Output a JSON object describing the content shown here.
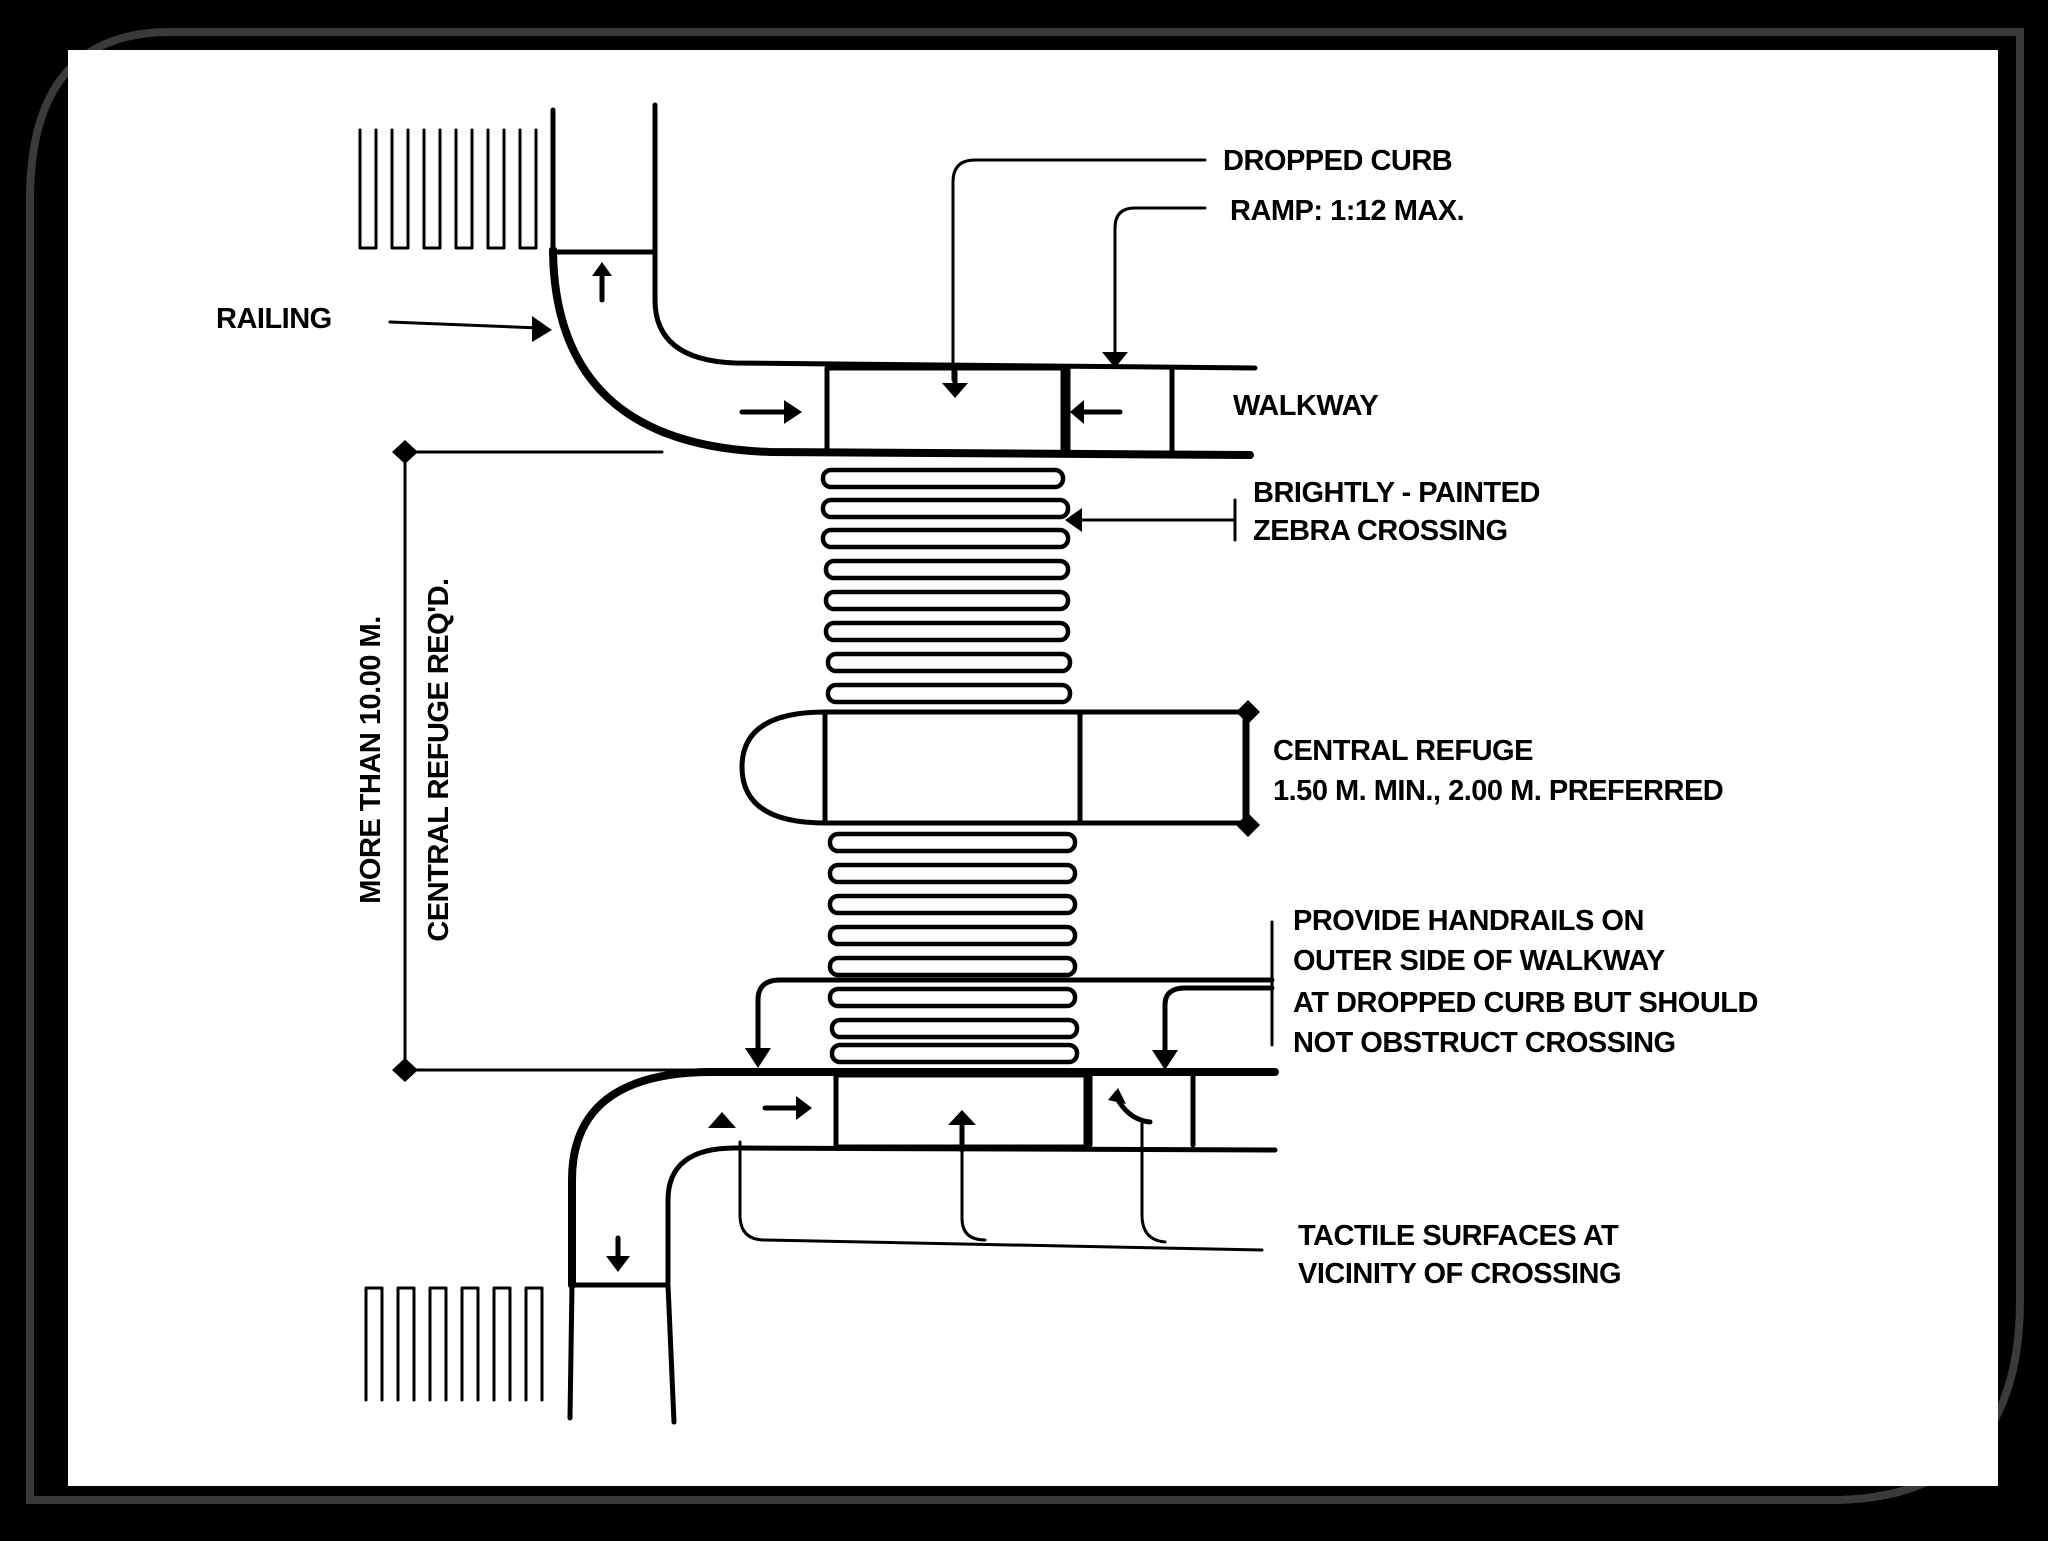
{
  "colors": {
    "background": "#000000",
    "frame": "#3a3a3a",
    "paper": "#ffffff",
    "ink": "#000000"
  },
  "labels": {
    "dropped_curb": "DROPPED CURB",
    "ramp": "RAMP: 1:12 MAX.",
    "railing": "RAILING",
    "walkway": "WALKWAY",
    "zebra_line1": "BRIGHTLY - PAINTED",
    "zebra_line2": "ZEBRA CROSSING",
    "refuge_line1": "CENTRAL REFUGE",
    "refuge_line2": "1.50 M. MIN., 2.00 M. PREFERRED",
    "handrail_line1": "PROVIDE HANDRAILS ON",
    "handrail_line2": "OUTER SIDE OF WALKWAY",
    "handrail_line3": "AT DROPPED CURB BUT SHOULD",
    "handrail_line4": "NOT OBSTRUCT CROSSING",
    "tactile_line1": "TACTILE SURFACES AT",
    "tactile_line2": "VICINITY OF CROSSING",
    "dimension_line1": "MORE THAN 10.00 M.",
    "dimension_line2": "CENTRAL REFUGE REQ'D."
  }
}
